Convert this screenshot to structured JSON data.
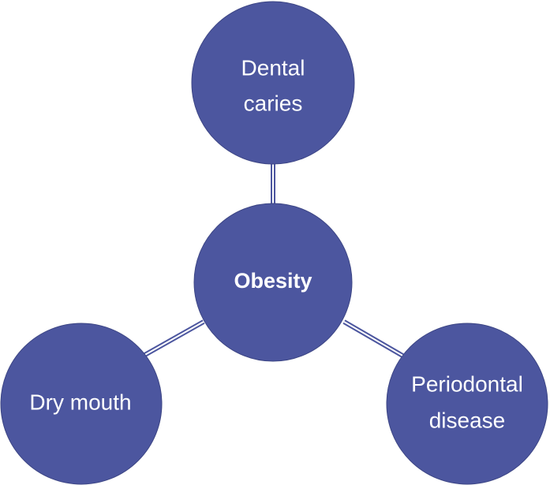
{
  "diagram": {
    "center": {
      "label": "Obesity"
    },
    "nodes": [
      {
        "id": "top",
        "lines": [
          "Dental",
          "caries"
        ]
      },
      {
        "id": "left",
        "lines": [
          "Dry mouth"
        ]
      },
      {
        "id": "right",
        "lines": [
          "Periodontal",
          "disease"
        ]
      }
    ],
    "colors": {
      "node_fill": "#4c569f",
      "node_stroke": "#3d4685",
      "connector": "#4c569f",
      "text": "#ffffff"
    }
  }
}
